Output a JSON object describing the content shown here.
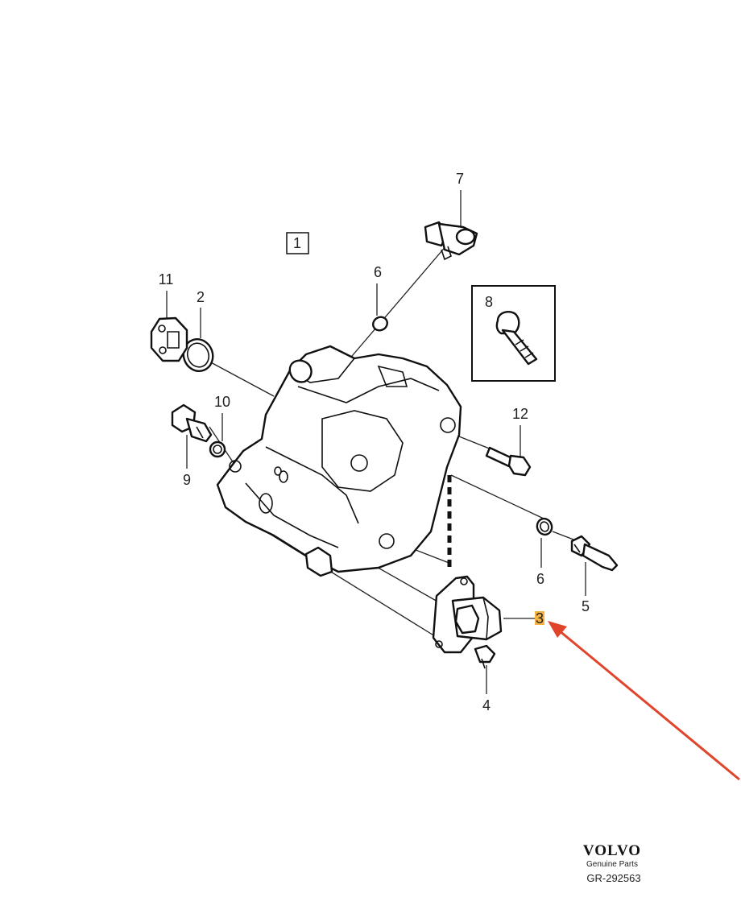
{
  "labels": {
    "l1": "1",
    "l2": "2",
    "l3": "3",
    "l4": "4",
    "l5": "5",
    "l6a": "6",
    "l6b": "6",
    "l7": "7",
    "l8": "8",
    "l9": "9",
    "l10": "10",
    "l11": "11",
    "l12": "12"
  },
  "brand": {
    "name": "VOLVO",
    "tagline": "Genuine Parts",
    "ref": "GR-292563"
  },
  "colors": {
    "highlight": "#f5a623",
    "arrow": "#e0452b"
  }
}
